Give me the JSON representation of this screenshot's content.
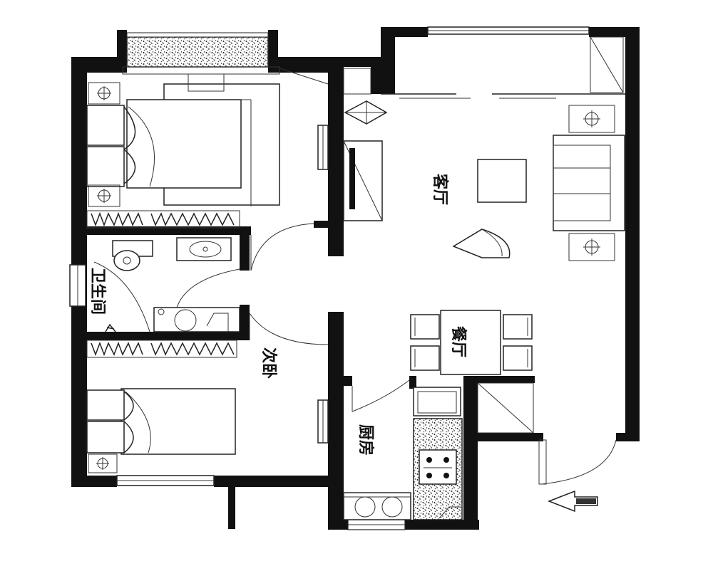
{
  "rooms": {
    "living": "客厅",
    "dining": "餐厅",
    "bathroom": "卫生间",
    "second_bedroom": "次卧",
    "kitchen": "厨房"
  },
  "colors": {
    "wall": "#111111",
    "line": "#222222",
    "background": "#ffffff"
  }
}
